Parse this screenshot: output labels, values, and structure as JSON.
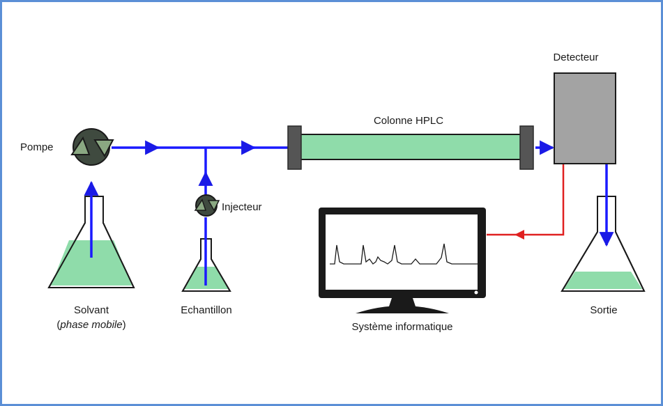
{
  "colors": {
    "border": "#5b8fd6",
    "flow_line": "#1a1ae6",
    "signal_line": "#e02020",
    "liquid": "#8fdcaa",
    "pump": "#3f4a3f",
    "pump_triangle": "#8aa882",
    "detector": "#a3a3a3",
    "monitor": "#1a1a1a"
  },
  "labels": {
    "pompe": "Pompe",
    "injecteur": "Injecteur",
    "colonne": "Colonne HPLC",
    "detecteur": "Detecteur",
    "solvant": "Solvant",
    "phase_open": "(",
    "phase_mobile": "phase mobile",
    "phase_close": ")",
    "echantillon": "Echantillon",
    "systeme": "Système informatique",
    "sortie": "Sortie"
  },
  "icons": [
    "pump-icon",
    "injector-icon",
    "flask-icon",
    "monitor-icon",
    "detector-box",
    "column-tube"
  ]
}
